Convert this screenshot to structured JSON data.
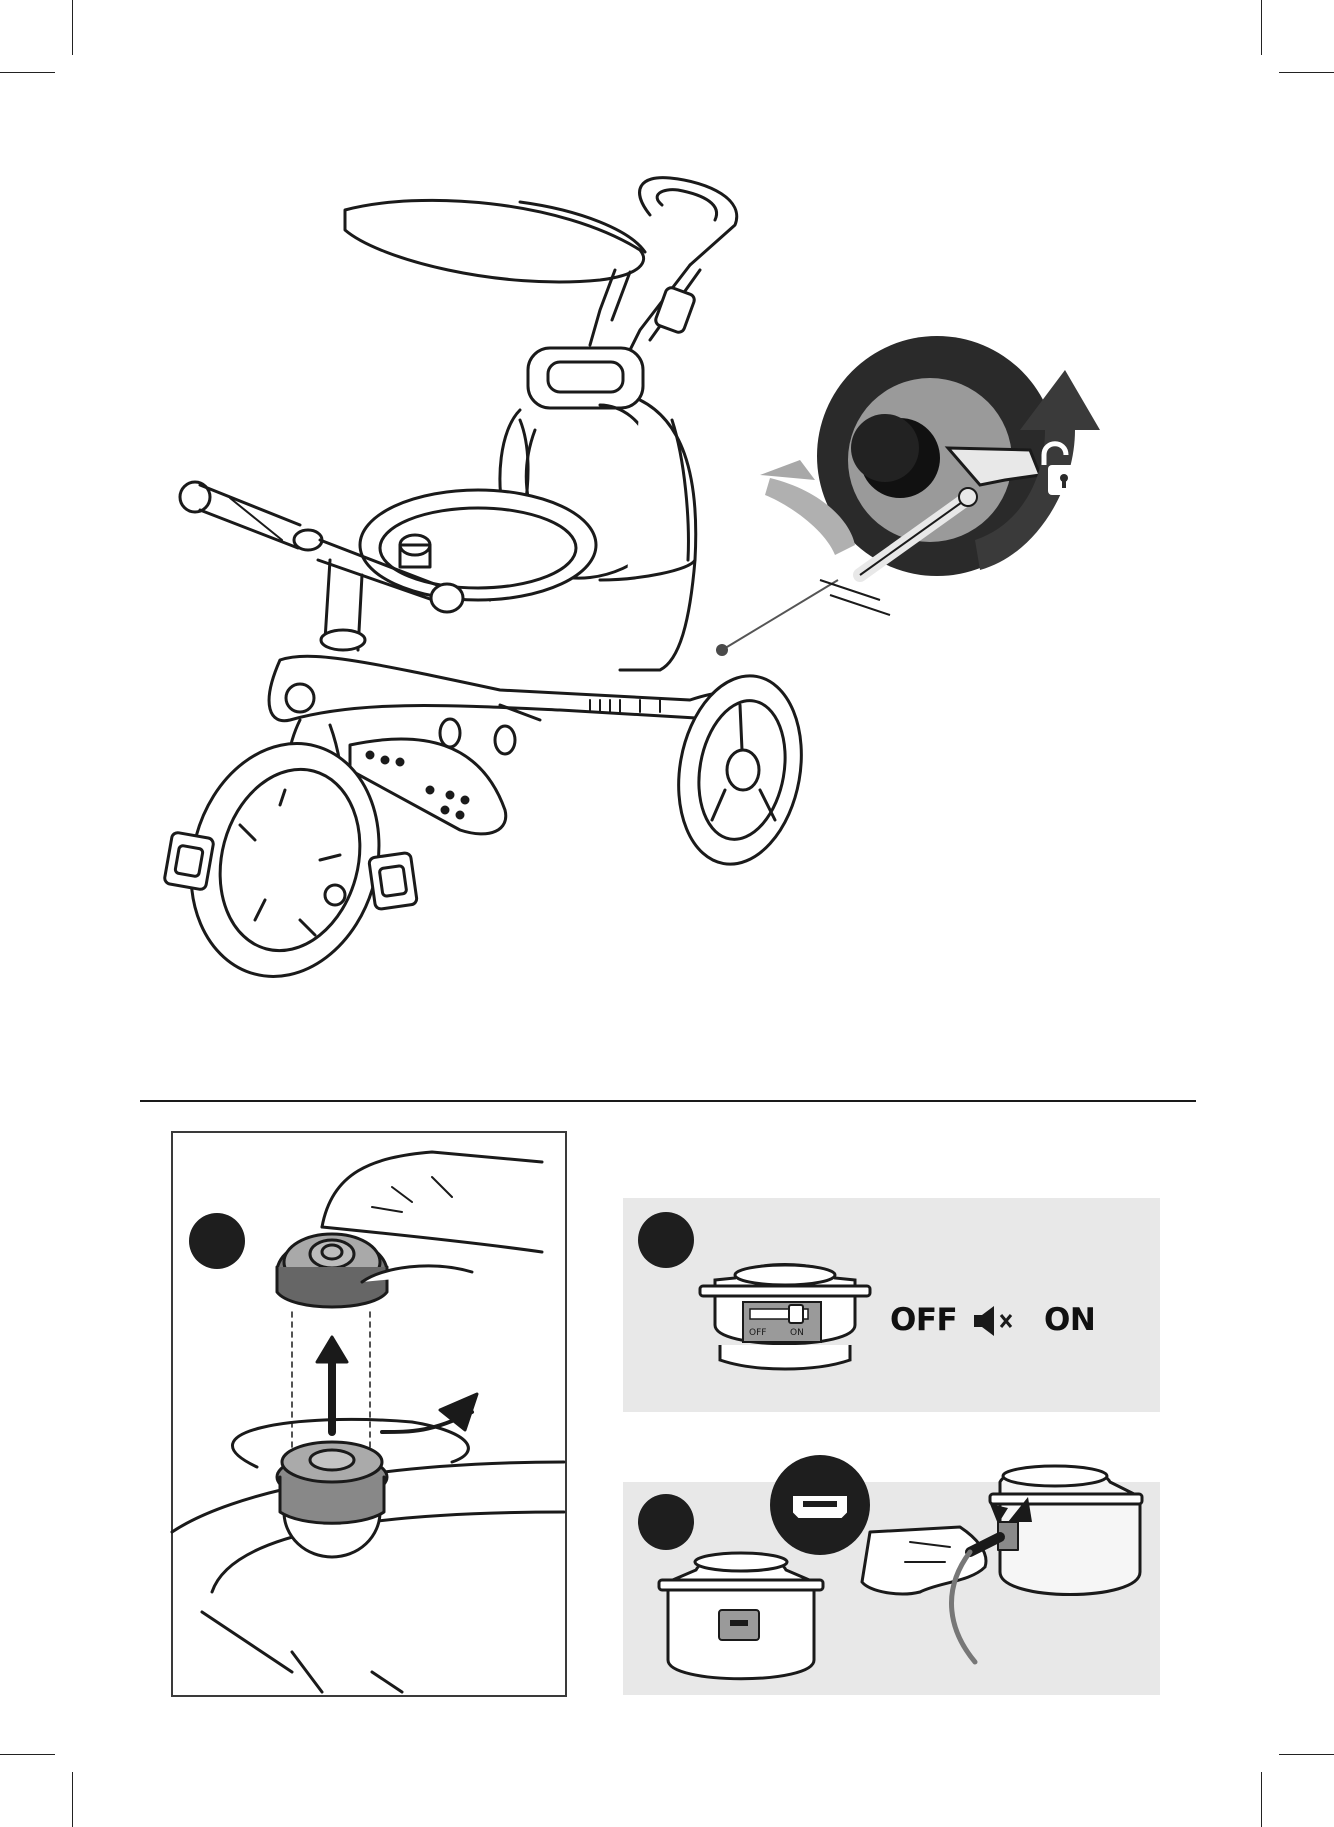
{
  "switch_legend": {
    "off": "OFF",
    "mute_icon": "speaker-mute-icon",
    "on": "ON"
  },
  "speaker_label": {
    "off": "OFF",
    "on": "ON"
  },
  "icons": {
    "unlock": "padlock-open-icon",
    "usb": "usb-port-icon"
  },
  "colors": {
    "ink": "#1a1a1a",
    "panel_gray": "#e8e8e8",
    "mid_gray": "#9a9a9a",
    "dark_gray": "#4a4a4a"
  }
}
